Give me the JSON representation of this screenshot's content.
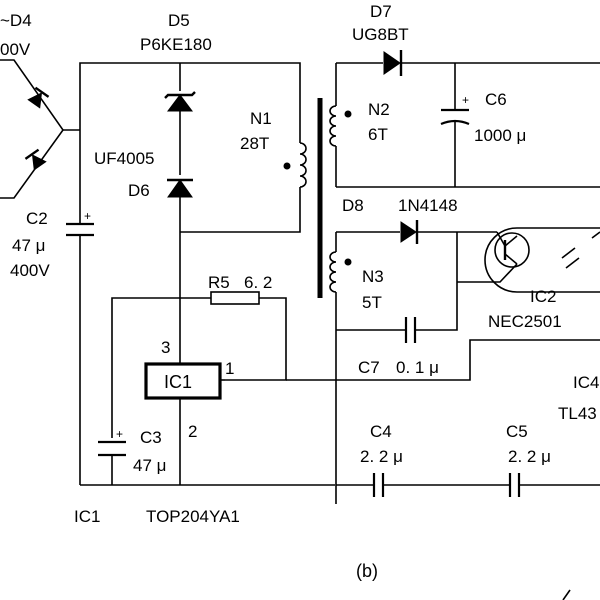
{
  "figure": {
    "caption": "(b)"
  },
  "labels": {
    "d4": "~D4",
    "d4_rating": "00V",
    "d5": "D5",
    "d5_part": "P6KE180",
    "d7": "D7",
    "d7_part": "UG8BT",
    "n1": "N1",
    "n1_turns": "28T",
    "n2": "N2",
    "n2_turns": "6T",
    "c6": "C6",
    "c6_value": "1000 μ",
    "uf4005": "UF4005",
    "d6": "D6",
    "c2": "C2",
    "c2_cap": "47 μ",
    "c2_volt": "400V",
    "d8": "D8",
    "d8_part": "1N4148",
    "n3": "N3",
    "n3_turns": "5T",
    "r5": "R5",
    "r5_value": "6. 2",
    "ic2": "IC2",
    "ic2_part": "NEC2501",
    "pin3": "3",
    "pin1": "1",
    "pin2": "2",
    "ic1_box": "IC1",
    "c7": "C7",
    "c7_value": "0. 1 μ",
    "ic4_partial": "IC4",
    "tl_partial": "TL43",
    "c3": "C3",
    "c3_value": "47 μ",
    "c4": "C4",
    "c4_value": "2. 2 μ",
    "c5": "C5",
    "c5_value": "2. 2 μ",
    "ic1_note": "IC1",
    "ic1_note_part": "TOP204YA1"
  }
}
